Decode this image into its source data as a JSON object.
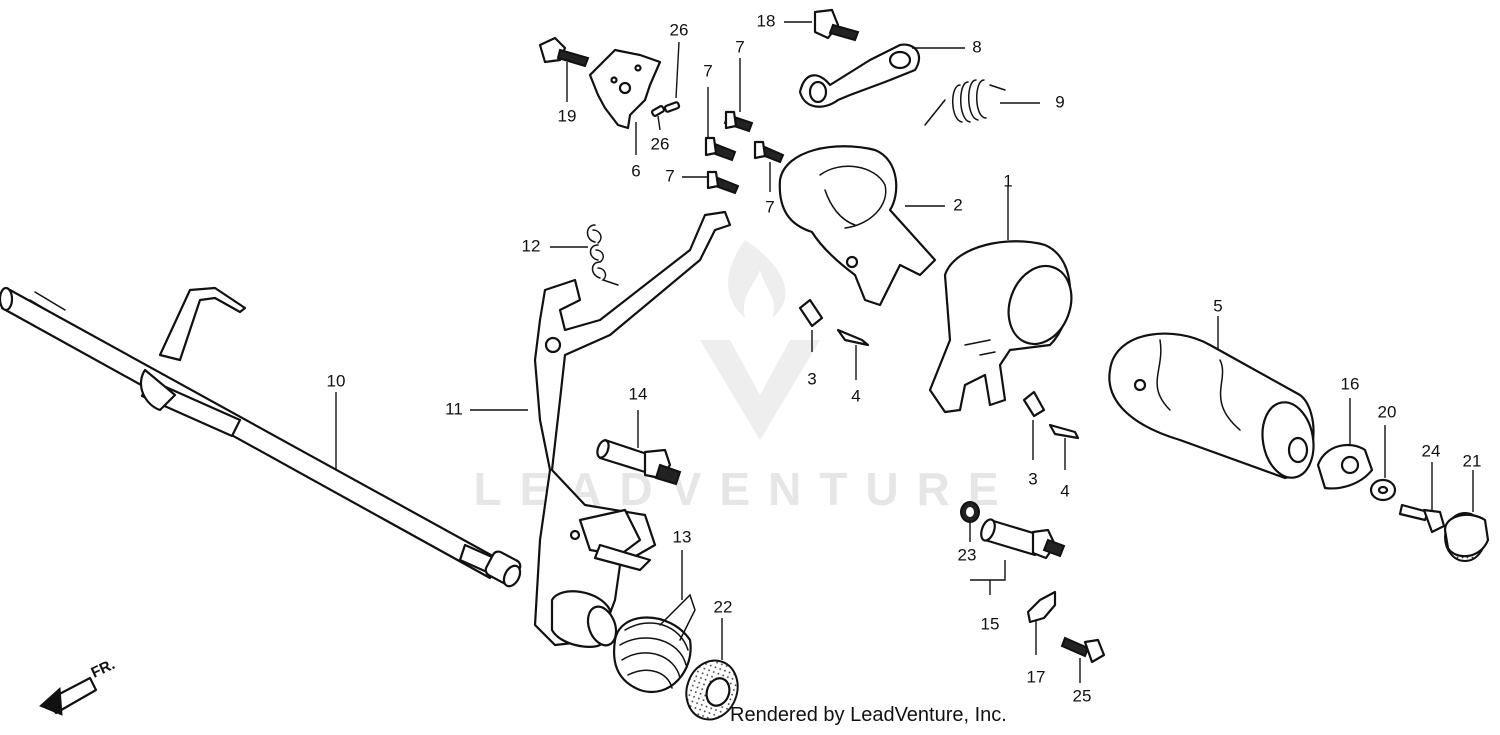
{
  "diagram": {
    "watermark_text": "LEADVENTURE",
    "footer_text": "Rendered by LeadVenture, Inc.",
    "direction_label": "FR.",
    "callouts": {
      "c1": "1",
      "c2": "2",
      "c3a": "3",
      "c3b": "3",
      "c4a": "4",
      "c4b": "4",
      "c5": "5",
      "c6": "6",
      "c7a": "7",
      "c7b": "7",
      "c7c": "7",
      "c7d": "7",
      "c8": "8",
      "c9": "9",
      "c10": "10",
      "c11": "11",
      "c12": "12",
      "c13": "13",
      "c14": "14",
      "c15": "15",
      "c16": "16",
      "c17": "17",
      "c18": "18",
      "c19": "19",
      "c20": "20",
      "c21": "21",
      "c22": "22",
      "c23": "23",
      "c24": "24",
      "c25": "25",
      "c26a": "26",
      "c26b": "26"
    }
  }
}
